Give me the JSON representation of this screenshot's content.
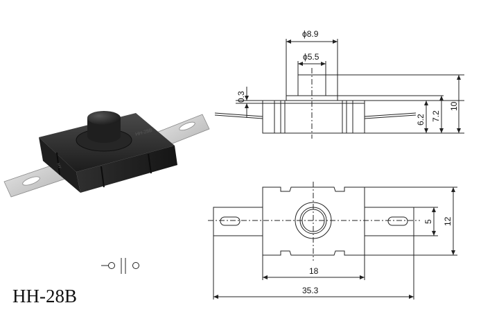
{
  "model": "HH-28B",
  "product_markings": [
    "HH-28B",
    "HY"
  ],
  "dimensions": {
    "top_outer_dia": "ϕ8.9",
    "top_inner_dia": "ϕ5.5",
    "flange": "0.3",
    "h1": "6.2",
    "h2": "7.2",
    "h3": "10",
    "body_width": "18",
    "overall_length": "35.3",
    "slot": "5",
    "body_height": "12"
  },
  "colors": {
    "line": "#222222",
    "body_dark": "#2b2b2b",
    "terminal": "#c9c9c9"
  },
  "icons": [
    "switch-symbol-icon"
  ]
}
